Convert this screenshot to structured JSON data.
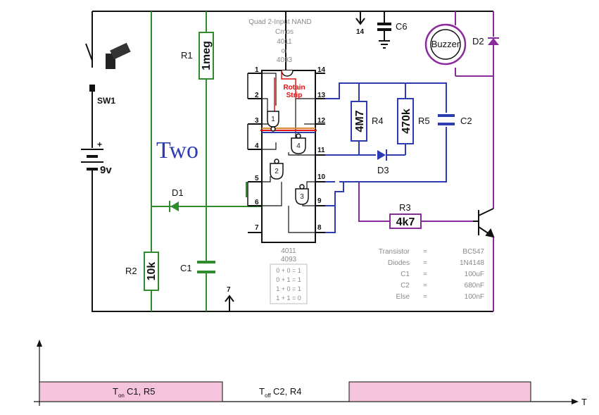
{
  "chip": {
    "title": "Quad 2-Input NAND",
    "family": "Cmos",
    "part_a": "4011",
    "or": "or",
    "part_b": "4093",
    "pins_left": [
      "1",
      "2",
      "3",
      "4",
      "5",
      "6",
      "7"
    ],
    "pins_right": [
      "14",
      "13",
      "12",
      "11",
      "10",
      "9",
      "8"
    ],
    "gates": [
      "1",
      "2",
      "3",
      "4"
    ],
    "strip_a": "Rotain",
    "strip_b": "Strip",
    "bottom_a": "4011",
    "bottom_b": "4093",
    "truth": [
      "0 + 0 = 1",
      "0 + 1 = 1",
      "1 + 0 = 1",
      "1 + 1 = 0"
    ]
  },
  "labels": {
    "stage": "Two",
    "sw": "SW1",
    "battery_plus": "+",
    "battery": "9v",
    "pin14": "14",
    "pin7": "7",
    "buzzer": "Buzzer"
  },
  "components": {
    "r1": {
      "name": "R1",
      "value": "1meg"
    },
    "r2": {
      "name": "R2",
      "value": "10k"
    },
    "r3": {
      "name": "R3",
      "value": "4k7"
    },
    "r4": {
      "name": "R4",
      "value": "4M7"
    },
    "r5": {
      "name": "R5",
      "value": "470k"
    },
    "c1": "C1",
    "c2": "C2",
    "c6": "C6",
    "d1": "D1",
    "d2": "D2",
    "d3": "D3"
  },
  "parts_list": [
    {
      "key": "Transistor",
      "eq": "=",
      "value": "BC547"
    },
    {
      "key": "Diodes",
      "eq": "=",
      "value": "1N4148"
    },
    {
      "key": "C1",
      "eq": "=",
      "value": "100uF"
    },
    {
      "key": "C2",
      "eq": "=",
      "value": "680nF"
    },
    {
      "key": "Else",
      "eq": "=",
      "value": "100nF"
    }
  ],
  "timing": {
    "t": "T",
    "on_sub": "on",
    "on_text": "C1, R5",
    "off_sub": "off",
    "off_text": "C2, R4",
    "axis": "T"
  },
  "colors": {
    "green": "#2e8b2e",
    "blue": "#2d3cb0",
    "purple": "#8a2a9c",
    "red": "#e01010",
    "black": "#111111",
    "pink": "#f4c4dc"
  }
}
